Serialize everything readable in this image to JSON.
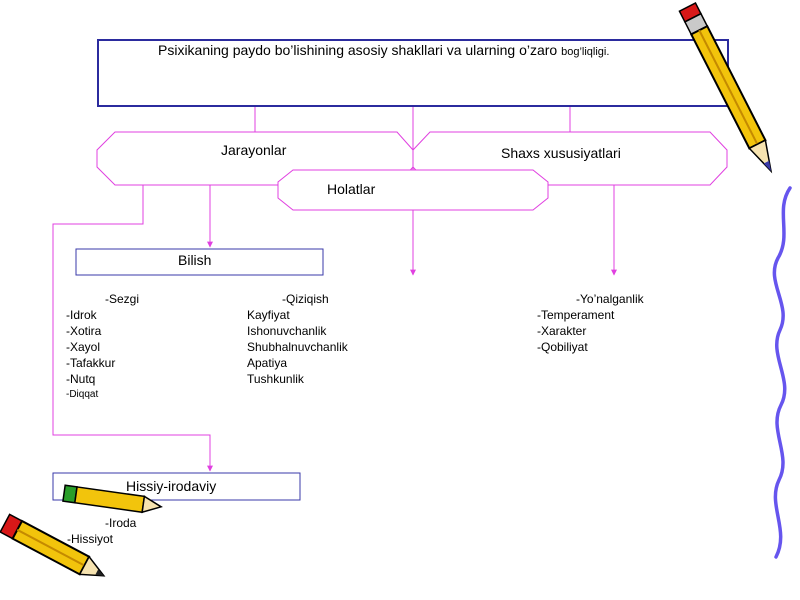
{
  "title": {
    "main": "Psixikaning paydo bo’lishining asosiy  shakllari va ularning o’zaro",
    "tail": "bog’liqligi."
  },
  "nodes": {
    "jarayonlar": "Jarayonlar",
    "shaxs": "Shaxs xususiyatlari",
    "holatlar": "Holatlar",
    "bilish": "Bilish",
    "hissiy": "Hissiy-irodaviy"
  },
  "lists": {
    "bilish_items": [
      "-Sezgi",
      "-Idrok",
      "-Xotira",
      "-Xayol",
      "-Tafakkur",
      "-Nutq"
    ],
    "bilish_last": "-Diqqat",
    "holat_items": [
      "-Qiziqish",
      "Kayfiyat",
      "Ishonuvchanlik",
      "Shubhalnuvchanlik",
      "Apatiya",
      "Tushkunlik"
    ],
    "shaxs_items": [
      "-Yo’nalganlik",
      "-Temperament",
      "-Xarakter",
      "-Qobiliyat"
    ],
    "iroda_items": [
      "-Iroda",
      "-Hissiyot"
    ]
  },
  "colors": {
    "title_border": "#2b2b9e",
    "box_border": "#3a3aa8",
    "connector": "#e040e0",
    "pencil_body": "#f2c40c",
    "pencil_tip": "#3a3aa8",
    "pencil_red": "#d81818",
    "squiggle": "#6655ee"
  },
  "icons": [
    "pencil-icon",
    "pencil-icon",
    "pencil-icon",
    "squiggle-line-icon"
  ]
}
